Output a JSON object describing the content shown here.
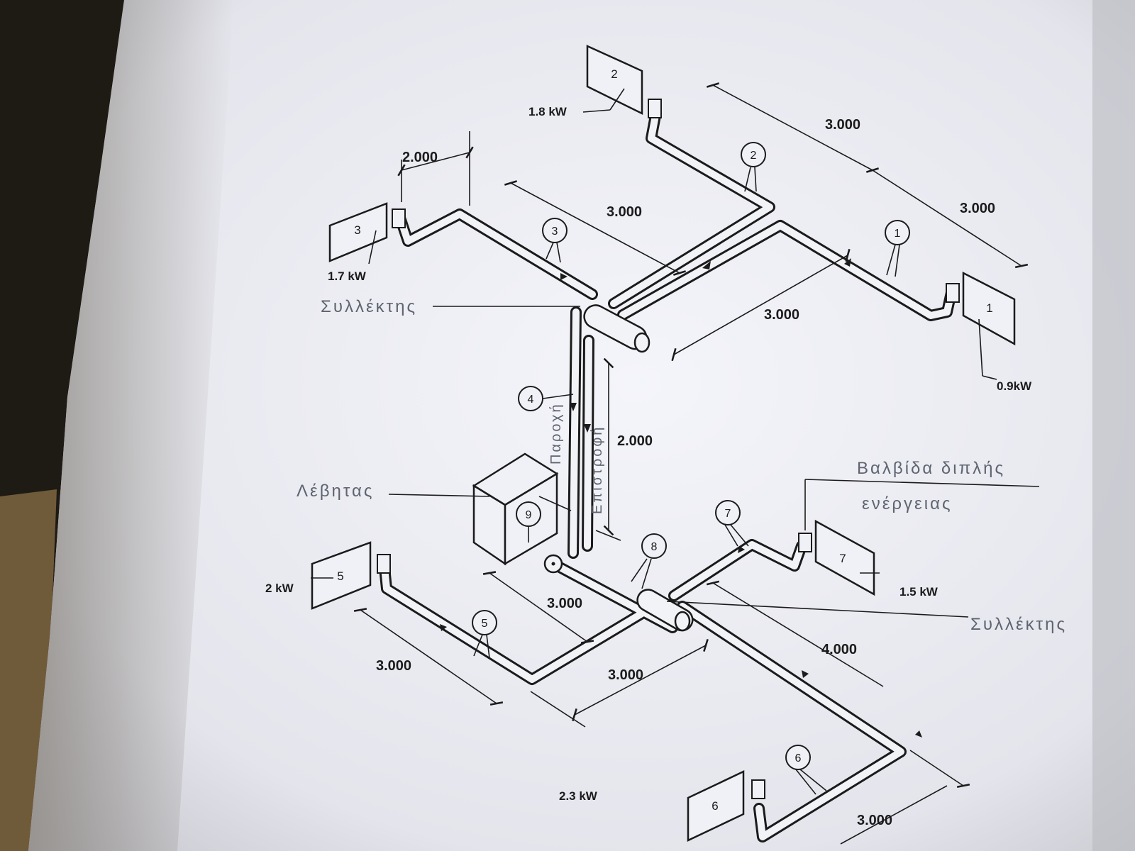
{
  "radiators": [
    {
      "number": "1",
      "power": "0.9kW"
    },
    {
      "number": "2",
      "power": "1.8 kW"
    },
    {
      "number": "3",
      "power": "1.7 kW"
    },
    {
      "number": "5",
      "power": "2 kW"
    },
    {
      "number": "6",
      "power": "2.3 kW"
    },
    {
      "number": "7",
      "power": "1.5 kW"
    }
  ],
  "circuits": [
    "1",
    "2",
    "3",
    "4",
    "5",
    "6",
    "7",
    "8",
    "9"
  ],
  "dimensions": {
    "top_3000_a": "3.000",
    "top_3000_b": "3.000",
    "top_3000_c": "3.000",
    "top_3000_d": "3.000",
    "top_2000": "2.000",
    "riser_2000": "2.000",
    "bottom_3000_a": "3.000",
    "bottom_3000_b": "3.000",
    "bottom_3000_c": "3.000",
    "bottom_4000": "4.000",
    "bottom_3000_d": "3.000"
  },
  "labels": {
    "collector_top": "Συλλέκτης",
    "collector_bottom": "Συλλέκτης",
    "boiler": "Λέβητας",
    "supply": "Παροχή",
    "return": "Επιστροφή",
    "valve_line1": "Βαλβίδα διπλής",
    "valve_line2": "ενέργειας"
  },
  "colors": {
    "paper": "#ecedf2",
    "ink": "#1b1b1b",
    "pencil": "#5e6470"
  }
}
